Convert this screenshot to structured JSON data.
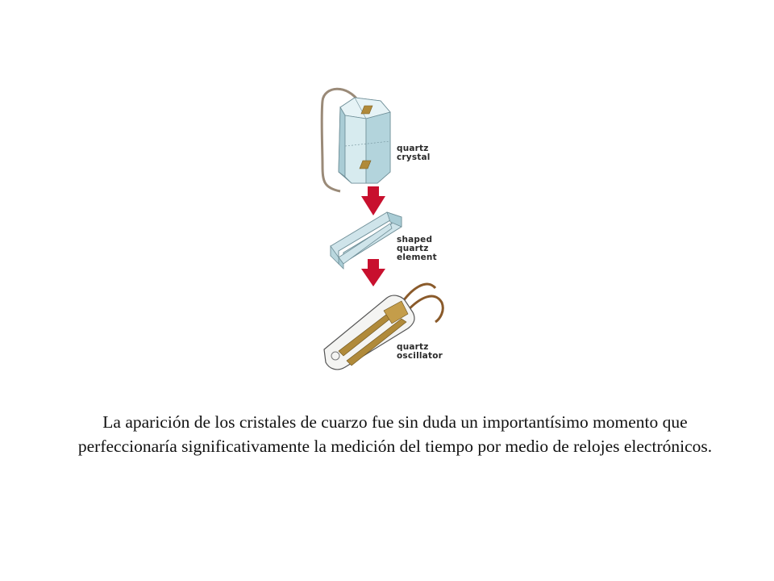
{
  "diagram": {
    "stages": [
      {
        "id": "crystal",
        "label": "quartz\ncrystal"
      },
      {
        "id": "element",
        "label": "shaped\nquartz\nelement"
      },
      {
        "id": "oscillator",
        "label": "quartz\noscillator"
      }
    ],
    "colors": {
      "arrow": "#c8102e",
      "crystal_face_light": "#dfeef2",
      "crystal_face_mid": "#b9d7de",
      "crystal_face_dark": "#8fb7c1",
      "electrode": "#b08a3a",
      "wire": "#9a8a78",
      "oscillator_lead": "#8a5a2a"
    }
  },
  "caption": "La aparición de los cristales de cuarzo fue sin duda un importantísimo momento que perfeccionaría significativamente la medición del tiempo por medio de relojes electrónicos."
}
